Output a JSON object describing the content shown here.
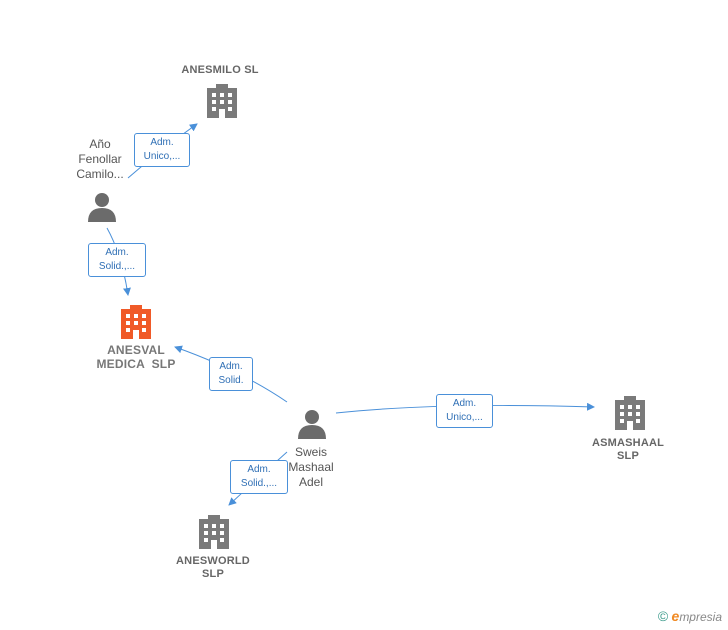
{
  "nodes": {
    "anesmilo": {
      "label": "ANESMILO SL"
    },
    "anesval": {
      "label_line1": "ANESVAL",
      "label_line2": "MEDICA  SLP"
    },
    "asmashaal": {
      "label_line1": "ASMASHAAL",
      "label_line2": "SLP"
    },
    "anesworld": {
      "label_line1": "ANESWORLD",
      "label_line2": "SLP"
    },
    "ano": {
      "line1": "Año",
      "line2": "Fenollar",
      "line3": "Camilo..."
    },
    "sweis": {
      "line1": "Sweis",
      "line2": "Mashaal",
      "line3": "Adel"
    }
  },
  "edges": {
    "ano_anesmilo": {
      "line1": "Adm.",
      "line2": "Unico,..."
    },
    "ano_anesval": {
      "line1": "Adm.",
      "line2": "Solid.,..."
    },
    "sweis_anesval": {
      "line1": "Adm.",
      "line2": "Solid."
    },
    "sweis_asmashaal": {
      "line1": "Adm.",
      "line2": "Unico,..."
    },
    "sweis_anesworld": {
      "line1": "Adm.",
      "line2": "Solid.,..."
    }
  },
  "colors": {
    "edge": "#4a90d9",
    "company": "#7a7a7a",
    "company_main": "#f05a28",
    "person": "#6b6b6b"
  },
  "watermark": {
    "symbol": "©",
    "brand_initial": "e",
    "brand_rest": "mpresia"
  }
}
